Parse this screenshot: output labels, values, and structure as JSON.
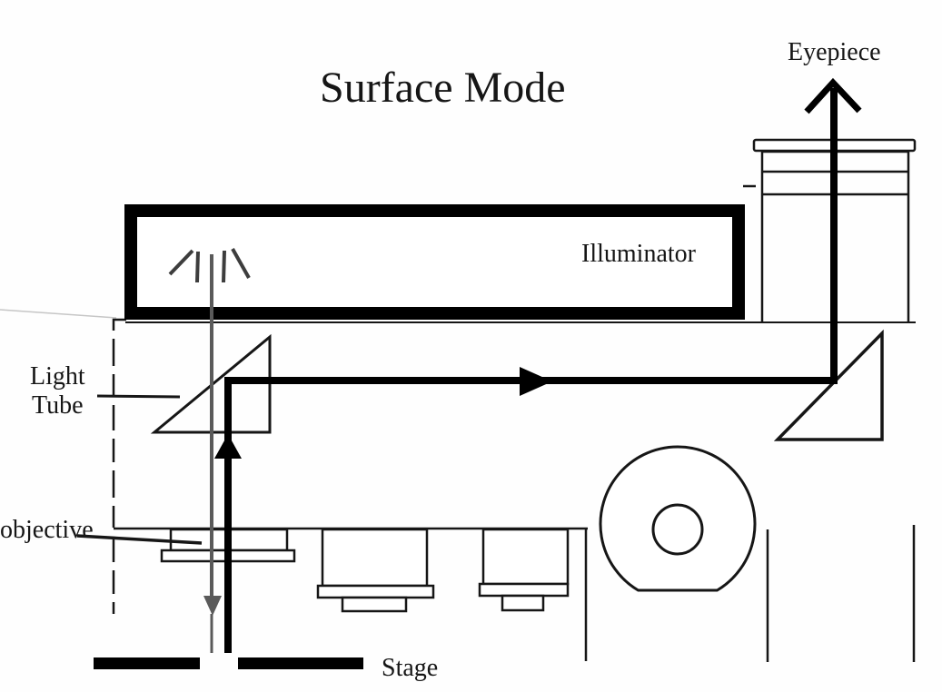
{
  "title": "Surface Mode",
  "labels": {
    "eyepiece": "Eyepiece",
    "illuminator": "Illuminator",
    "light_tube_line1": "Light",
    "light_tube_line2": "Tube",
    "objective": "objective",
    "stage": "Stage"
  },
  "colors": {
    "ink": "#161616",
    "beam_black": "#000000",
    "beam_gray": "#5a5a5a",
    "ray_gray": "#3d3d3d",
    "paper": "#fefefe"
  }
}
